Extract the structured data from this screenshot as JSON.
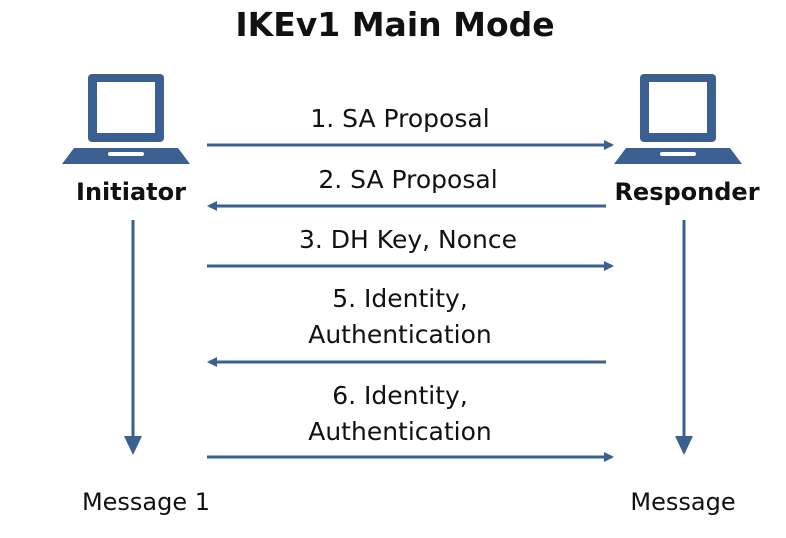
{
  "title": "IKEv1 Main Mode",
  "colors": {
    "accent": "#3a5f90",
    "text": "#111111",
    "background": "#ffffff"
  },
  "parties": {
    "initiator": {
      "label": "Initiator",
      "icon": "laptop-icon",
      "end_label": "Message 1"
    },
    "responder": {
      "label": "Responder",
      "icon": "laptop-icon",
      "end_label": "Message"
    }
  },
  "messages": [
    {
      "direction": "initiator-to-responder",
      "lines": [
        "1. SA Proposal"
      ]
    },
    {
      "direction": "responder-to-initiator",
      "lines": [
        "2. SA Proposal"
      ]
    },
    {
      "direction": "initiator-to-responder",
      "lines": [
        "3. DH Key, Nonce"
      ]
    },
    {
      "direction": "responder-to-initiator",
      "lines": [
        "5. Identity,",
        "Authentication"
      ]
    },
    {
      "direction": "initiator-to-responder",
      "lines": [
        "6. Identity,",
        "Authentication"
      ]
    }
  ]
}
